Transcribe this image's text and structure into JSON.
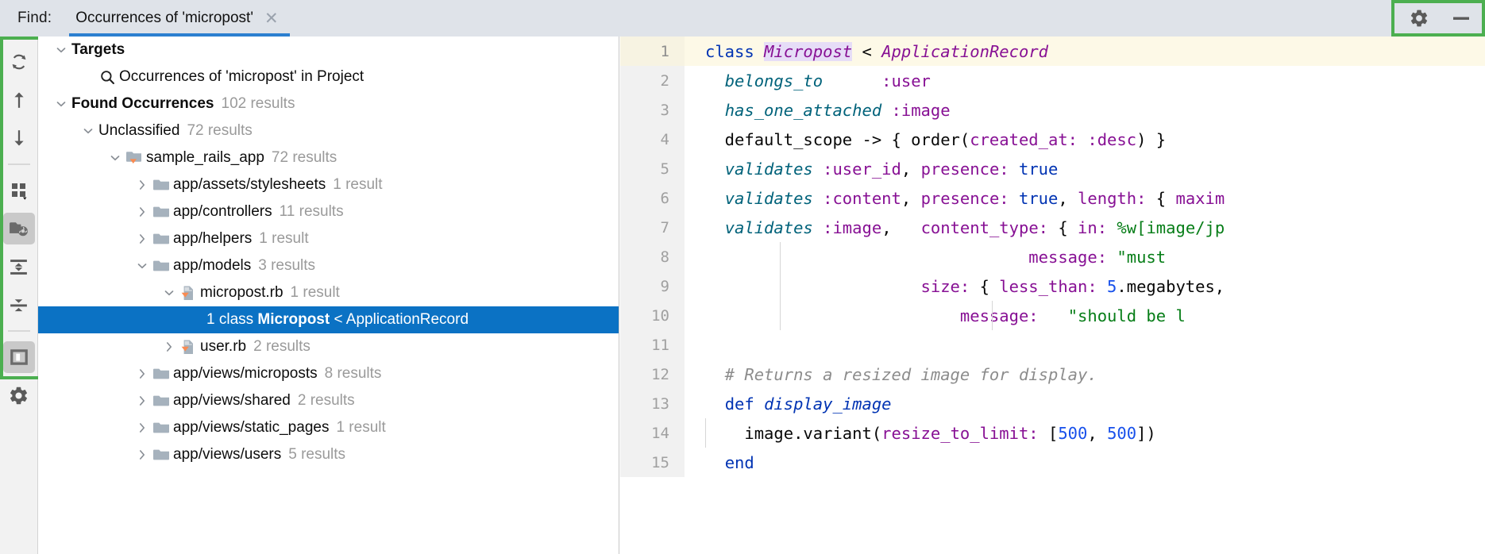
{
  "window": {
    "find_label": "Find:",
    "tab_title": "Occurrences of 'micropost'",
    "close_glyph": "✕",
    "settings_icon": "gear-icon",
    "minimize_icon": "minimize-icon",
    "accent_blue": "#2c7fd0",
    "highlight_green": "#4caf50",
    "selection_blue": "#0b72c4"
  },
  "toolbar": {
    "items": [
      {
        "name": "rerun-search-icon",
        "title": "Rerun Search"
      },
      {
        "name": "previous-occurrence-icon",
        "title": "Previous Occurrence"
      },
      {
        "name": "next-occurrence-icon",
        "title": "Next Occurrence"
      },
      {
        "name": "group-by-icon",
        "title": "Group By"
      },
      {
        "name": "preview-usages-icon",
        "title": "Preview Usages",
        "active": true
      },
      {
        "name": "expand-all-icon",
        "title": "Expand All"
      },
      {
        "name": "collapse-all-icon",
        "title": "Collapse All"
      },
      {
        "name": "show-preview-panel-icon",
        "title": "Show Preview Panel",
        "active": true
      },
      {
        "name": "settings-gear-icon",
        "title": "Settings"
      }
    ]
  },
  "tree": {
    "rows": [
      {
        "id": "targets",
        "label": "Targets",
        "count": "",
        "indent": 0,
        "twisty": "down",
        "icon": "none",
        "bold": true,
        "selected": false
      },
      {
        "id": "occurrences-target",
        "label": "Occurrences of 'micropost' in Project",
        "count": "",
        "indent": 1,
        "twisty": "none",
        "icon": "search",
        "bold": false,
        "selected": false
      },
      {
        "id": "found-occurrences",
        "label": "Found Occurrences",
        "count": "102 results",
        "indent": 0,
        "twisty": "down",
        "icon": "none",
        "bold": true,
        "selected": false
      },
      {
        "id": "unclassified",
        "label": "Unclassified",
        "count": "72 results",
        "indent": 1,
        "twisty": "down",
        "icon": "none",
        "bold": false,
        "selected": false
      },
      {
        "id": "sample-rails-app",
        "label": "sample_rails_app",
        "count": "72 results",
        "indent": 2,
        "twisty": "down",
        "icon": "module-folder",
        "bold": false,
        "selected": false
      },
      {
        "id": "app-assets-stylesheets",
        "label": "app/assets/stylesheets",
        "count": "1 result",
        "indent": 3,
        "twisty": "right",
        "icon": "folder",
        "bold": false,
        "selected": false
      },
      {
        "id": "app-controllers",
        "label": "app/controllers",
        "count": "11 results",
        "indent": 3,
        "twisty": "right",
        "icon": "folder",
        "bold": false,
        "selected": false
      },
      {
        "id": "app-helpers",
        "label": "app/helpers",
        "count": "1 result",
        "indent": 3,
        "twisty": "right",
        "icon": "folder",
        "bold": false,
        "selected": false
      },
      {
        "id": "app-models",
        "label": "app/models",
        "count": "3 results",
        "indent": 3,
        "twisty": "down",
        "icon": "folder",
        "bold": false,
        "selected": false
      },
      {
        "id": "micropost-rb",
        "label": "micropost.rb",
        "count": "1 result",
        "indent": 4,
        "twisty": "down",
        "icon": "ruby-file",
        "bold": false,
        "selected": false
      },
      {
        "id": "micropost-result",
        "label": "",
        "count": "",
        "indent": 5,
        "twisty": "none",
        "icon": "none",
        "bold": false,
        "selected": true,
        "rich": [
          {
            "text": "1 class ",
            "style": "normal"
          },
          {
            "text": "Micropost",
            "style": "bold"
          },
          {
            "text": " < ApplicationRecord",
            "style": "normal"
          }
        ]
      },
      {
        "id": "user-rb",
        "label": "user.rb",
        "count": "2 results",
        "indent": 4,
        "twisty": "right",
        "icon": "ruby-file",
        "bold": false,
        "selected": false
      },
      {
        "id": "app-views-microposts",
        "label": "app/views/microposts",
        "count": "8 results",
        "indent": 3,
        "twisty": "right",
        "icon": "folder",
        "bold": false,
        "selected": false
      },
      {
        "id": "app-views-shared",
        "label": "app/views/shared",
        "count": "2 results",
        "indent": 3,
        "twisty": "right",
        "icon": "folder",
        "bold": false,
        "selected": false
      },
      {
        "id": "app-views-static-pages",
        "label": "app/views/static_pages",
        "count": "1 result",
        "indent": 3,
        "twisty": "right",
        "icon": "folder",
        "bold": false,
        "selected": false
      },
      {
        "id": "app-views-users",
        "label": "app/views/users",
        "count": "5 results",
        "indent": 3,
        "twisty": "right",
        "icon": "folder",
        "bold": false,
        "selected": false
      }
    ]
  },
  "editor": {
    "lines": [
      {
        "num": "1",
        "current": true,
        "selbar": false,
        "guides": [],
        "tokens": [
          {
            "t": "class",
            "c": "t-kw"
          },
          {
            "t": " ",
            "c": "t-pln"
          },
          {
            "t": "Micropost",
            "c": "t-cls hl-occ"
          },
          {
            "t": " < ",
            "c": "t-pln"
          },
          {
            "t": "ApplicationRecord",
            "c": "t-cls"
          }
        ]
      },
      {
        "num": "2",
        "current": false,
        "selbar": false,
        "guides": [],
        "tokens": [
          {
            "t": "  ",
            "c": "t-pln"
          },
          {
            "t": "belongs_to",
            "c": "t-mth"
          },
          {
            "t": "      ",
            "c": "t-pln"
          },
          {
            "t": ":user",
            "c": "t-sym"
          }
        ]
      },
      {
        "num": "3",
        "current": false,
        "selbar": false,
        "guides": [],
        "tokens": [
          {
            "t": "  ",
            "c": "t-pln"
          },
          {
            "t": "has_one_attached",
            "c": "t-mth"
          },
          {
            "t": " ",
            "c": "t-pln"
          },
          {
            "t": ":image",
            "c": "t-sym"
          }
        ]
      },
      {
        "num": "4",
        "current": false,
        "selbar": false,
        "guides": [],
        "tokens": [
          {
            "t": "  default_scope -> { order(",
            "c": "t-pln"
          },
          {
            "t": "created_at:",
            "c": "t-sym"
          },
          {
            "t": " ",
            "c": "t-pln"
          },
          {
            "t": ":desc",
            "c": "t-sym"
          },
          {
            "t": ") }",
            "c": "t-pln"
          }
        ]
      },
      {
        "num": "5",
        "current": false,
        "selbar": false,
        "guides": [],
        "tokens": [
          {
            "t": "  ",
            "c": "t-pln"
          },
          {
            "t": "validates",
            "c": "t-mth"
          },
          {
            "t": " ",
            "c": "t-pln"
          },
          {
            "t": ":user_id",
            "c": "t-sym"
          },
          {
            "t": ", ",
            "c": "t-pln"
          },
          {
            "t": "presence:",
            "c": "t-sym"
          },
          {
            "t": " ",
            "c": "t-pln"
          },
          {
            "t": "true",
            "c": "t-kw"
          }
        ]
      },
      {
        "num": "6",
        "current": false,
        "selbar": false,
        "guides": [],
        "tokens": [
          {
            "t": "  ",
            "c": "t-pln"
          },
          {
            "t": "validates",
            "c": "t-mth"
          },
          {
            "t": " ",
            "c": "t-pln"
          },
          {
            "t": ":content",
            "c": "t-sym"
          },
          {
            "t": ", ",
            "c": "t-pln"
          },
          {
            "t": "presence:",
            "c": "t-sym"
          },
          {
            "t": " ",
            "c": "t-pln"
          },
          {
            "t": "true",
            "c": "t-kw"
          },
          {
            "t": ", ",
            "c": "t-pln"
          },
          {
            "t": "length:",
            "c": "t-sym"
          },
          {
            "t": " { ",
            "c": "t-pln"
          },
          {
            "t": "maxim",
            "c": "t-sym"
          }
        ]
      },
      {
        "num": "7",
        "current": false,
        "selbar": false,
        "guides": [],
        "tokens": [
          {
            "t": "  ",
            "c": "t-pln"
          },
          {
            "t": "validates",
            "c": "t-mth"
          },
          {
            "t": " ",
            "c": "t-pln"
          },
          {
            "t": ":image",
            "c": "t-sym"
          },
          {
            "t": ",   ",
            "c": "t-pln"
          },
          {
            "t": "content_type:",
            "c": "t-sym"
          },
          {
            "t": " { ",
            "c": "t-pln"
          },
          {
            "t": "in:",
            "c": "t-sym"
          },
          {
            "t": " ",
            "c": "t-pln"
          },
          {
            "t": "%w[image/jp",
            "c": "t-str"
          }
        ]
      },
      {
        "num": "8",
        "current": false,
        "selbar": false,
        "guides": [
          120
        ],
        "tokens": [
          {
            "t": "                                 ",
            "c": "t-pln"
          },
          {
            "t": "message:",
            "c": "t-sym"
          },
          {
            "t": " ",
            "c": "t-pln"
          },
          {
            "t": "\"must",
            "c": "t-str"
          }
        ]
      },
      {
        "num": "9",
        "current": false,
        "selbar": false,
        "guides": [
          120
        ],
        "tokens": [
          {
            "t": "                      ",
            "c": "t-pln"
          },
          {
            "t": "size:",
            "c": "t-sym"
          },
          {
            "t": " { ",
            "c": "t-pln"
          },
          {
            "t": "less_than:",
            "c": "t-sym"
          },
          {
            "t": " ",
            "c": "t-pln"
          },
          {
            "t": "5",
            "c": "t-num"
          },
          {
            "t": ".megabytes,",
            "c": "t-pln"
          }
        ]
      },
      {
        "num": "10",
        "current": false,
        "selbar": true,
        "guides": [
          120,
          387
        ],
        "tokens": [
          {
            "t": "                          ",
            "c": "t-pln"
          },
          {
            "t": "message:",
            "c": "t-sym"
          },
          {
            "t": "   ",
            "c": "t-pln"
          },
          {
            "t": "\"should be l",
            "c": "t-str"
          }
        ]
      },
      {
        "num": "11",
        "current": false,
        "selbar": false,
        "guides": [],
        "tokens": []
      },
      {
        "num": "12",
        "current": false,
        "selbar": false,
        "guides": [],
        "tokens": [
          {
            "t": "  # Returns a resized image for display.",
            "c": "t-cmt"
          }
        ]
      },
      {
        "num": "13",
        "current": false,
        "selbar": false,
        "guides": [],
        "tokens": [
          {
            "t": "  ",
            "c": "t-pln"
          },
          {
            "t": "def",
            "c": "t-kw"
          },
          {
            "t": " ",
            "c": "t-pln"
          },
          {
            "t": "display_image",
            "c": "t-def"
          }
        ]
      },
      {
        "num": "14",
        "current": false,
        "selbar": false,
        "guides": [
          26
        ],
        "tokens": [
          {
            "t": "    image.variant(",
            "c": "t-pln"
          },
          {
            "t": "resize_to_limit:",
            "c": "t-sym"
          },
          {
            "t": " [",
            "c": "t-pln"
          },
          {
            "t": "500",
            "c": "t-num"
          },
          {
            "t": ", ",
            "c": "t-pln"
          },
          {
            "t": "500",
            "c": "t-num"
          },
          {
            "t": "])",
            "c": "t-pln"
          }
        ]
      },
      {
        "num": "15",
        "current": false,
        "selbar": false,
        "guides": [],
        "tokens": [
          {
            "t": "  ",
            "c": "t-pln"
          },
          {
            "t": "end",
            "c": "t-kw"
          }
        ]
      }
    ]
  }
}
